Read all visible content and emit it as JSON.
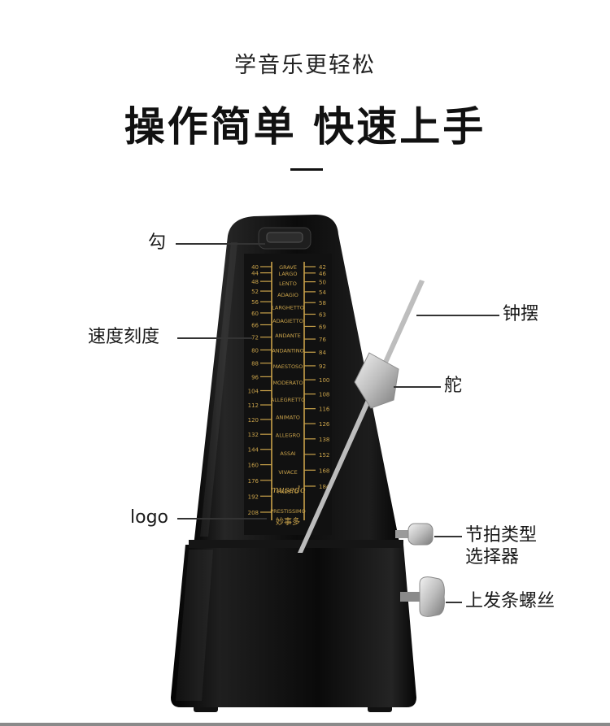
{
  "header": {
    "subtitle": "学音乐更轻松",
    "headline": "操作简单 快速上手"
  },
  "callouts": {
    "hook": "勾",
    "tempo_scale": "速度刻度",
    "logo": "logo",
    "pendulum": "钟摆",
    "weight": "舵",
    "beat_selector_line1": "节拍类型",
    "beat_selector_line2": "选择器",
    "winding_key": "上发条螺丝"
  },
  "scale": {
    "left_numbers": [
      "40",
      "44",
      "48",
      "52",
      "56",
      "60",
      "66",
      "72",
      "80",
      "88",
      "96",
      "104",
      "112",
      "120",
      "132",
      "144",
      "160",
      "176",
      "192",
      "208"
    ],
    "right_numbers": [
      "42",
      "46",
      "50",
      "54",
      "58",
      "63",
      "69",
      "76",
      "84",
      "92",
      "100",
      "108",
      "116",
      "126",
      "138",
      "152",
      "168",
      "184"
    ],
    "tempo_terms": [
      "GRAVE",
      "LARGO",
      "LENTO",
      "ADAGIO",
      "LARGHETTO",
      "ADAGIETTO",
      "ANDANTE",
      "ANDANTINO",
      "MAESTOSO",
      "MODERATO",
      "ALLEGRETTO",
      "ANIMATO",
      "ALLEGRO",
      "ASSAI",
      "VIVACE",
      "PRESTO",
      "PRESTISSIMO"
    ],
    "brand_mark": "musedo",
    "brand_cn": "妙事多"
  },
  "colors": {
    "body": "#0c0c0c",
    "scale_gold": "#c9a24a",
    "metal": "#c8c8c8"
  }
}
